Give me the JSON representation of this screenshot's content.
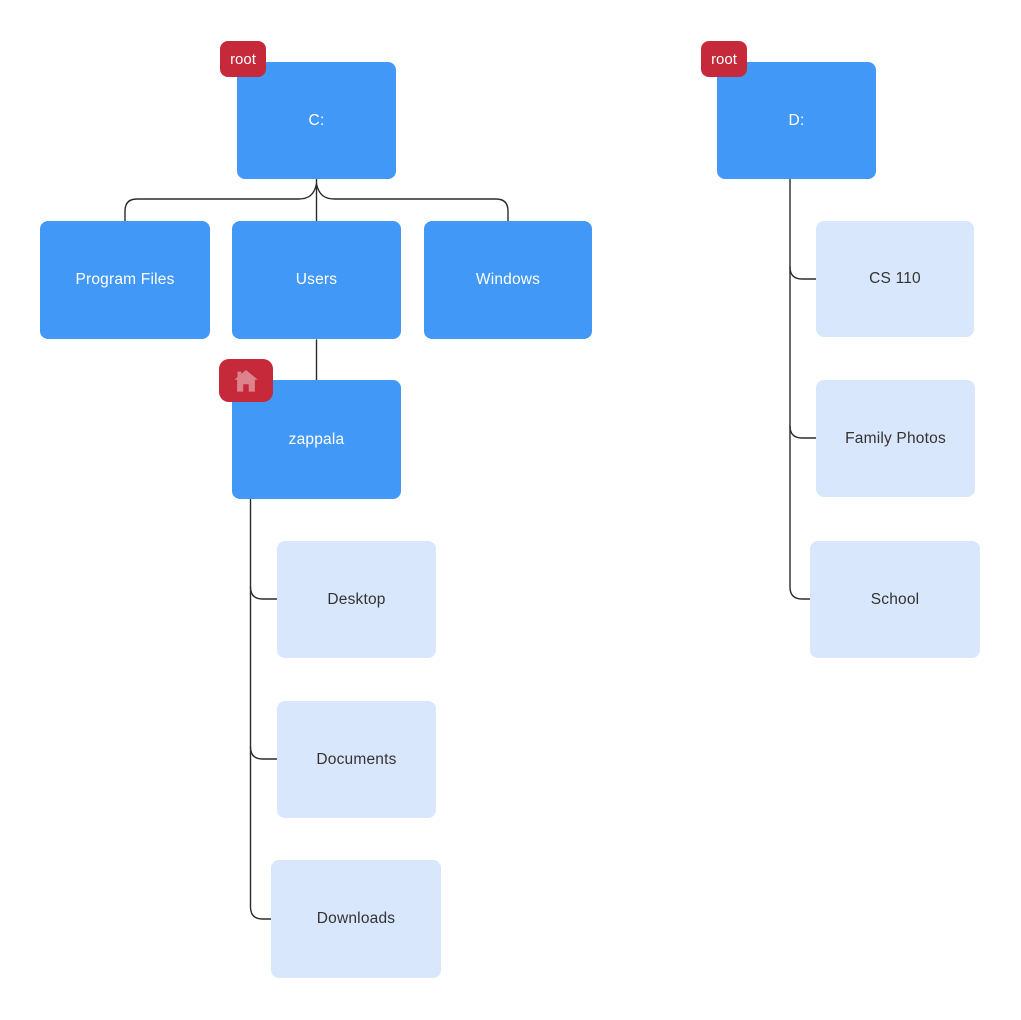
{
  "diagram_type": "file-system-tree",
  "colors": {
    "node_blue": "#4298F7",
    "node_light_blue": "#D8E7FB",
    "badge_red": "#C5293A",
    "connector": "#2B2B2B",
    "text_on_blue": "#FFFFFF",
    "text_dark": "#333333",
    "background": "#FFFFFF"
  },
  "trees": {
    "c_drive": {
      "root": {
        "label": "C:",
        "badge": "root"
      },
      "children": {
        "program_files": {
          "label": "Program Files"
        },
        "users": {
          "label": "Users"
        },
        "windows": {
          "label": "Windows"
        }
      },
      "users_children": {
        "zappala": {
          "label": "zappala",
          "badge_icon": "home-icon"
        }
      },
      "zappala_children": {
        "desktop": {
          "label": "Desktop"
        },
        "documents": {
          "label": "Documents"
        },
        "downloads": {
          "label": "Downloads"
        }
      }
    },
    "d_drive": {
      "root": {
        "label": "D:",
        "badge": "root"
      },
      "children": {
        "cs_110": {
          "label": "CS 110"
        },
        "family_photos": {
          "label": "Family Photos"
        },
        "school": {
          "label": "School"
        }
      }
    }
  }
}
